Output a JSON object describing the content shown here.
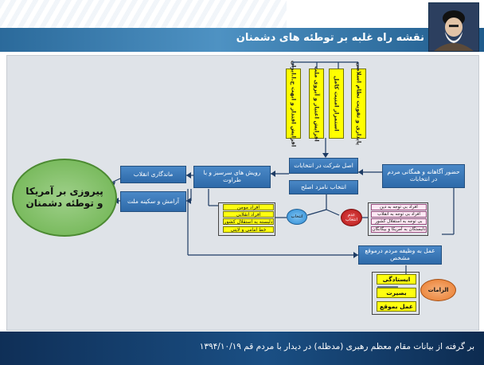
{
  "header": {
    "title": "نقشه راه غلبه بر توطئه های دشمنان"
  },
  "nodes": {
    "people_presence": "حضور آگاهانه و همگانی مردم در انتخابات",
    "participation_principle": "اصل شرکت در انتخابات",
    "choose_best": "انتخاب نامزد اصلح",
    "resilience_dignity": "رویش های سرسبز و با طراوت",
    "lasting_revolution": "ماندگاری انقلاب",
    "calm_nation": "آرامش و سکینه ملت",
    "victory": "پیروزی بر آمریکا و توطئه دشمنان",
    "duty_people": "عمل به وظیفه مردم درموقع مشخص",
    "requirements": "الزامات",
    "election_label": "انتخاب",
    "wrong_choice": "عدم انتخاب"
  },
  "vertical_items": [
    "پایداری و تقویت نظام اسلامی",
    "استمرار امنیت کامل",
    "افزایش اعتبار و آبروی ملت",
    "افزایش اقتدار و ابهت ج.ا.ایران"
  ],
  "yellow_list": [
    "افراد مومن",
    "افراد انقلابی",
    "دلبسته به استقلال کشور",
    "خط امامی و لایتی"
  ],
  "pink_list": [
    "افراد بی توجه به دین",
    "افراد بی توجه به انقلاب",
    "بی توجه به استقلال کشور",
    "دلبستگان به آمریکا و بیگانگان"
  ],
  "requirements_list": [
    "ایستادگی",
    "بصیرت",
    "عمل بموقع"
  ],
  "footer": {
    "caption": "بر گرفته از بیانات مقام معظم رهبری (مدظله) در دیدار با مردم قم ۱۳۹۴/۱۰/۱۹"
  }
}
